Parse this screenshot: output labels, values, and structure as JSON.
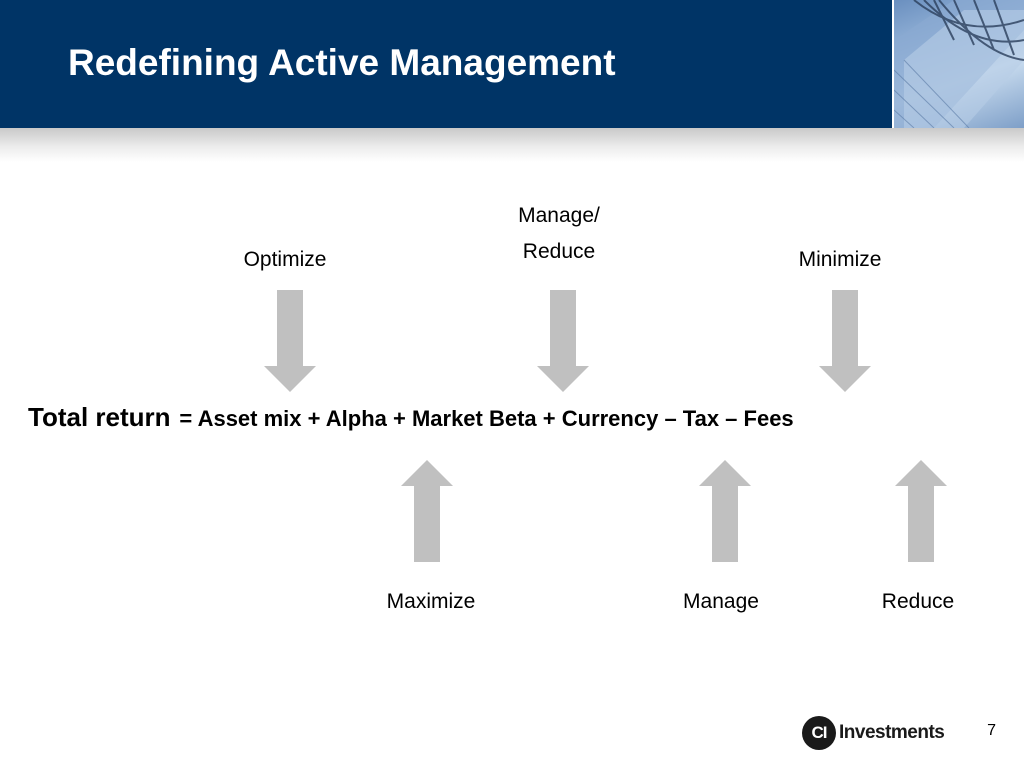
{
  "slide": {
    "title": "Redefining Active Management",
    "page_number": "7"
  },
  "labels_top": {
    "optimize": "Optimize",
    "manage_reduce_line1": "Manage/",
    "manage_reduce_line2": "Reduce",
    "minimize": "Minimize"
  },
  "equation": {
    "lead": "Total return",
    "rest": "=  Asset mix  +  Alpha  + Market Beta + Currency – Tax – Fees"
  },
  "labels_bottom": {
    "maximize": "Maximize",
    "manage": "Manage",
    "reduce": "Reduce"
  },
  "logo": {
    "mark": "CI",
    "text": "Investments"
  },
  "colors": {
    "header": "#003466",
    "arrow": "#c0c0c0"
  }
}
